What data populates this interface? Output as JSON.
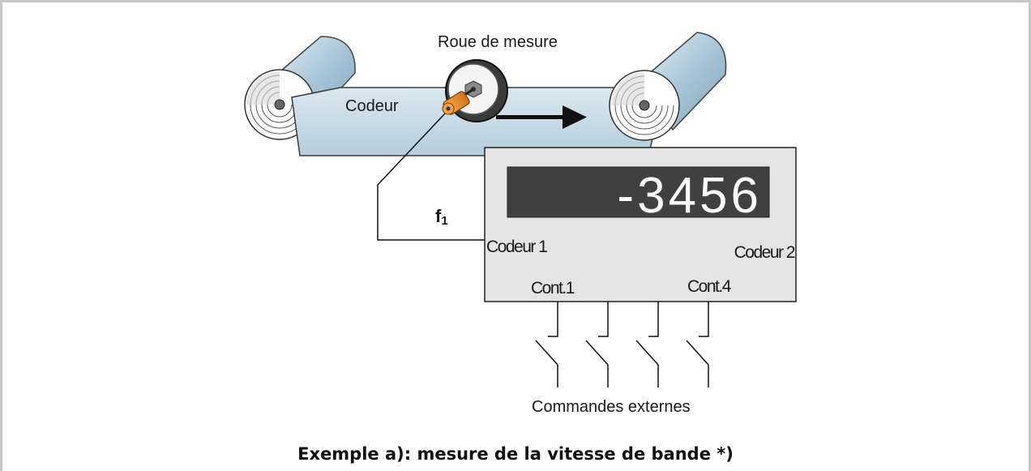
{
  "diagram": {
    "measuring_wheel_label": "Roue de mesure",
    "encoder_label": "Codeur",
    "signal_label": "f",
    "signal_subscript": "1",
    "display_value": "-3456",
    "input_encoder1_label": "Codeur 1",
    "input_encoder2_label": "Codeur 2",
    "contact1_label": "Cont.1",
    "contact4_label": "Cont.4",
    "external_commands_label": "Commandes externes"
  },
  "caption": "Exemple a): mesure de la vitesse de bande  *)",
  "colors": {
    "belt": "#c4d8e4",
    "roller": "#9fbfd4",
    "display_bg": "#404040",
    "housing": "#e3e3e3",
    "encoder": "#e8861e"
  }
}
